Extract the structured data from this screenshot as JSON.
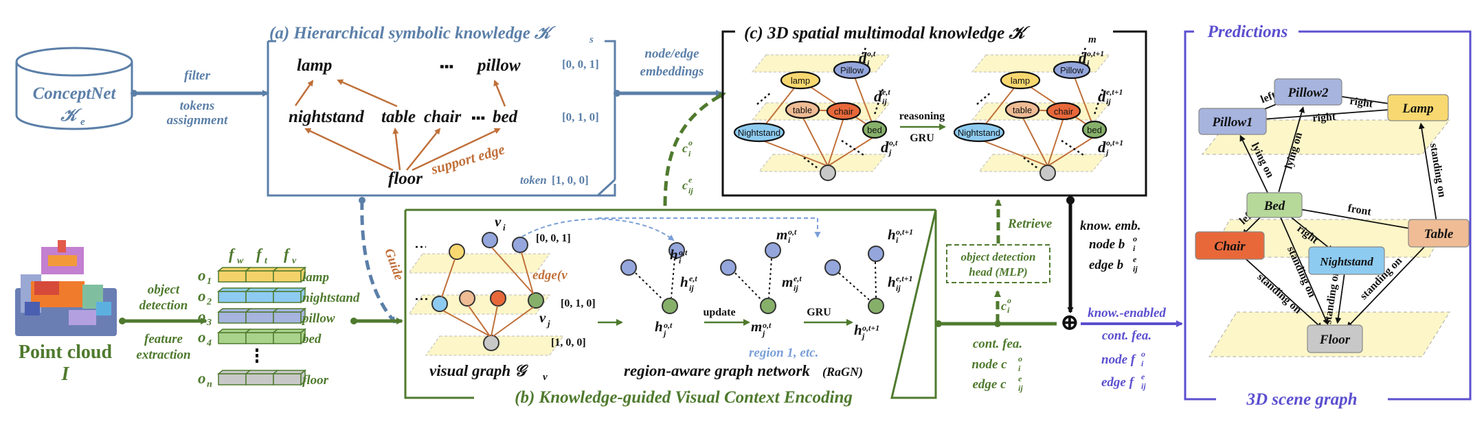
{
  "conceptnet": {
    "name": "ConceptNet",
    "symbol": "𝒦",
    "sub": "e"
  },
  "pointcloud": {
    "line1": "Point cloud",
    "line2": "I"
  },
  "arrows": {
    "filter": "filter",
    "tokens1": "tokens",
    "tokens2": "assignment",
    "node_edge1": "node/edge",
    "node_edge2": "embeddings",
    "guide": "Guide",
    "obj_det1": "object",
    "obj_det2": "detection",
    "feat1": "feature",
    "feat2": "extraction",
    "retrieve": "Retrieve",
    "ci": "c",
    "cij": "c",
    "sup_o": "o",
    "sup_e": "e",
    "sub_i": "i",
    "sub_ij": "ij"
  },
  "panel_a": {
    "title": "(a) Hierarchical symbolic knowledge 𝒦",
    "title_sub": "s",
    "row1": [
      "lamp",
      "▪▪▪",
      "pillow"
    ],
    "row2": [
      "nightstand",
      "table",
      "chair",
      "▪▪▪",
      "bed"
    ],
    "row3": [
      "floor"
    ],
    "tokens": [
      "[0, 0, 1]",
      "[0, 1, 0]",
      "[1, 0, 0]"
    ],
    "token_label": "token",
    "support": "support edge"
  },
  "features": {
    "headers": [
      "f",
      "f",
      "f"
    ],
    "header_subs": [
      "w",
      "t",
      "v"
    ],
    "rows": [
      {
        "o": "o",
        "sub": "1",
        "name": "lamp",
        "color": "#f4d26a"
      },
      {
        "o": "o",
        "sub": "2",
        "name": "nightstand",
        "color": "#8ecbf0"
      },
      {
        "o": "o",
        "sub": "3",
        "name": "pillow",
        "color": "#a6b4de"
      },
      {
        "o": "o",
        "sub": "4",
        "name": "bed",
        "color": "#a9d28a"
      },
      {
        "o": "o",
        "sub": "n",
        "name": "floor",
        "color": "#c8c8c8"
      }
    ]
  },
  "panel_b": {
    "title": "(b) Knowledge-guided Visual Context Encoding",
    "visual_graph": "visual graph 𝒢",
    "visual_graph_sub": "v",
    "ragn": "region-aware graph network",
    "ragn_abbr": "(RaGN)",
    "region_note": "region 1, etc.",
    "tokens": [
      "[0, 0, 1]",
      "[0, 1, 0]",
      "[1, 0, 0]"
    ],
    "edge_label": "edge(v",
    "update": "update",
    "gru": "GRU",
    "vi": "v",
    "vj": "v",
    "h": "h",
    "m": "m",
    "sub_i": "i",
    "sub_j": "j",
    "sub_ij": "ij",
    "sup_ot": "o,t",
    "sup_et": "e,t",
    "sup_ot1": "o,t+1",
    "sup_et1": "e,t+1",
    "cont_fea": "cont. fea.",
    "node": "node c",
    "edge": "edge c",
    "sup_o": "o",
    "sup_e": "e"
  },
  "panel_c": {
    "title": "(c) 3D spatial multimodal knowledge 𝒦",
    "title_sub": "m",
    "nodes": [
      "lamp",
      "Pillow",
      "table",
      "chair",
      "Nightstand",
      "bed"
    ],
    "reasoning": "reasoning",
    "gru": "GRU",
    "d": "d",
    "sub_i": "i",
    "sub_j": "j",
    "sub_ij": "ij",
    "sup_ot": "o,t",
    "sup_et": "e,t",
    "sup_ot1": "o,t+1",
    "sup_et1": "e,t+1"
  },
  "detection_head": {
    "line1": "object detection",
    "line2": "head (MLP)"
  },
  "know_emb": {
    "line1": "know. emb.",
    "line2": "node b",
    "line3": "edge b",
    "sup_o": "o",
    "sup_e": "e",
    "sub_i": "i",
    "sub_ij": "ij"
  },
  "fused": {
    "line1": "know.-enabled",
    "line2": "cont. fea.",
    "line3": "node f",
    "line4": "edge f",
    "plus": "⊕",
    "sup_o": "o",
    "sup_e": "e",
    "sub_i": "i",
    "sub_ij": "ij"
  },
  "predictions": {
    "title": "Predictions",
    "footer": "3D scene graph",
    "nodes": [
      {
        "label": "Pillow2",
        "color": "#a6b4de"
      },
      {
        "label": "Pillow1",
        "color": "#a6b4de"
      },
      {
        "label": "Lamp",
        "color": "#f8d870"
      },
      {
        "label": "Bed",
        "color": "#b6d99a"
      },
      {
        "label": "Table",
        "color": "#efbc95"
      },
      {
        "label": "Chair",
        "color": "#e8683a"
      },
      {
        "label": "Nightstand",
        "color": "#8ecbf0"
      },
      {
        "label": "Floor",
        "color": "#c8c8c8"
      }
    ],
    "edges": [
      "left",
      "right",
      "right",
      "lying on",
      "lying on",
      "standing on",
      "front",
      "left",
      "right",
      "standing on",
      "standing on",
      "standing on",
      "standing on"
    ]
  },
  "colors": {
    "blue": "#5b7fa8",
    "green": "#4f7a2e",
    "orange": "#c0703a",
    "purple": "#5b4fcf"
  }
}
